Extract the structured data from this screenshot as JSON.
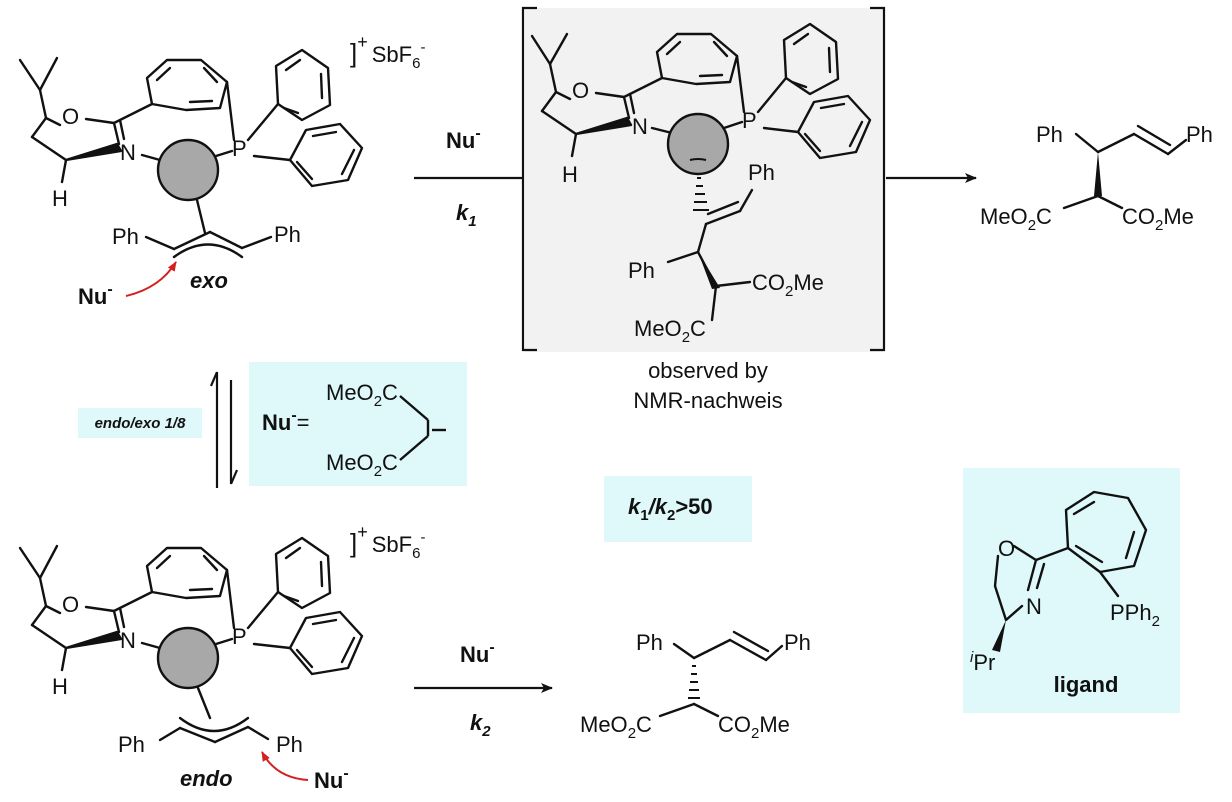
{
  "colors": {
    "bond": "#111111",
    "metal": "#a8a8a8",
    "red_arrow": "#d42020",
    "box_cyan": "#dff9fa",
    "box_gray": "#f2f2f2"
  },
  "labels": {
    "counterion_top": {
      "bracket": "]",
      "charge": "+",
      "sb": "SbF",
      "sub": "6",
      "sup": "-"
    },
    "counterion_bottom": {
      "bracket": "]",
      "charge": "+",
      "sb": "SbF",
      "sub": "6",
      "sup": "-"
    },
    "atom_O": "O",
    "atom_N": "N",
    "atom_P": "P",
    "atom_H": "H",
    "ph": "Ph",
    "exo": "exo",
    "endo": "endo",
    "nu": "Nu",
    "nu_minus": "-",
    "k1": "k",
    "k1_sub": "1",
    "k2": "k",
    "k2_sub": "2",
    "observed_line1": "observed by",
    "observed_line2": "NMR-nachweis",
    "endo_exo_ratio": "endo/exo 1/8",
    "nu_def": "Nu",
    "nu_def_eq": "=",
    "meo2c": "MeO",
    "co2me": "CO",
    "sub2": "2",
    "c": "C",
    "me": "Me",
    "ratio_k1": "k",
    "ratio_1": "1",
    "ratio_slash": "/",
    "ratio_k2": "k",
    "ratio_2": "2",
    "ratio_tail": ">50",
    "ipr_i": "i",
    "ipr_pr": "Pr",
    "pph2": "PPh",
    "ligand": "ligand"
  }
}
